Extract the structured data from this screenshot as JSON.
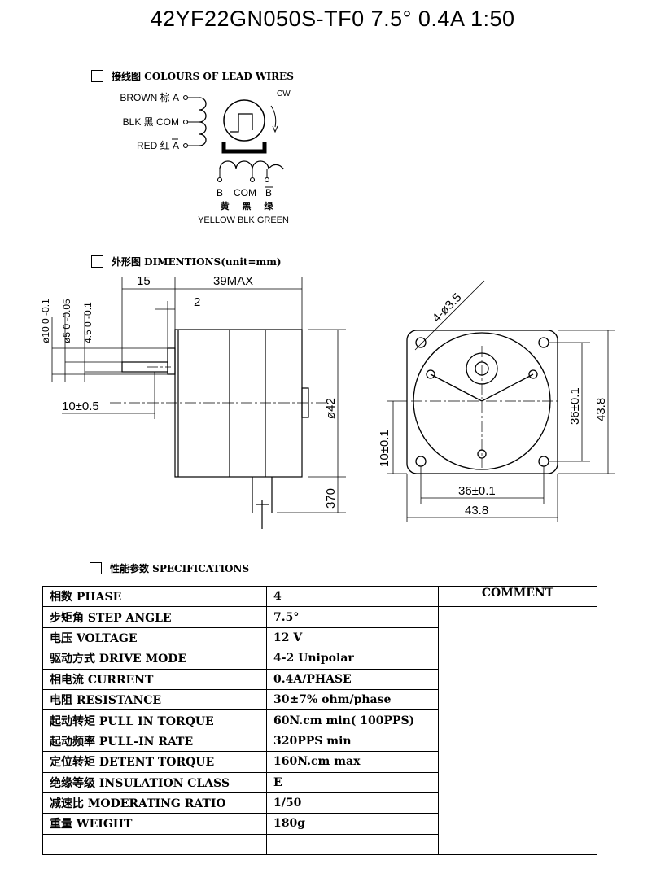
{
  "title": "42YF22GN050S-TF0  7.5°  0.4A  1:50",
  "sections": {
    "wires": "接线图 COLOURS OF LEAD WIRES",
    "dims": "外形图 DIMENTIONS(unit=mm)",
    "specs": "性能参数 SPECIFICATIONS"
  },
  "wiring": {
    "brown": "BROWN 棕 A",
    "blk": "BLK 黑 COM",
    "red": "RED 红 A",
    "cw": "CW",
    "b": "B",
    "com": "COM",
    "b_bar": "B",
    "cn_row": "黄 黑 绿",
    "en_row": "YELLOW BLK GREEN"
  },
  "dimensions": {
    "d15": "15",
    "d39": "39MAX",
    "d2": "2",
    "d10_tol": "ø10 0 -0.1",
    "d5_tol": "ø5 0 -0.05",
    "d45_tol": "4.5 0 -0.1",
    "d10_05": "10±0.5",
    "d42": "ø42",
    "d370": "370",
    "holes": "4-ø3.5",
    "d36v": "36±0.1",
    "d438v": "43.8",
    "d10_01": "10±0.1",
    "d36h": "36±0.1",
    "d438h": "43.8"
  },
  "specs": {
    "rows": [
      {
        "name": "相数 PHASE",
        "value": "4"
      },
      {
        "name": "步矩角 STEP ANGLE",
        "value": "7.5°"
      },
      {
        "name": "电压 VOLTAGE",
        "value": "12 V"
      },
      {
        "name": "驱动方式  DRIVE MODE",
        "value": "4-2 Unipolar"
      },
      {
        "name": "相电流 CURRENT",
        "value": "0.4A/PHASE"
      },
      {
        "name": "电阻 RESISTANCE",
        "value": "30±7%  ohm/phase"
      },
      {
        "name": "起动转矩 PULL IN TORQUE",
        "value": "60N.cm min( 100PPS)"
      },
      {
        "name": "起动频率 PULL-IN RATE",
        "value": "320PPS min"
      },
      {
        "name": "定位转矩 DETENT TORQUE",
        "value": "160N.cm max"
      },
      {
        "name": "绝缘等级 INSULATION CLASS",
        "value": "E"
      },
      {
        "name": "减速比 MODERATING RATIO",
        "value": "1/50"
      },
      {
        "name": "重量 WEIGHT",
        "value": "180g"
      },
      {
        "name": "",
        "value": ""
      }
    ],
    "comment": "COMMENT"
  }
}
